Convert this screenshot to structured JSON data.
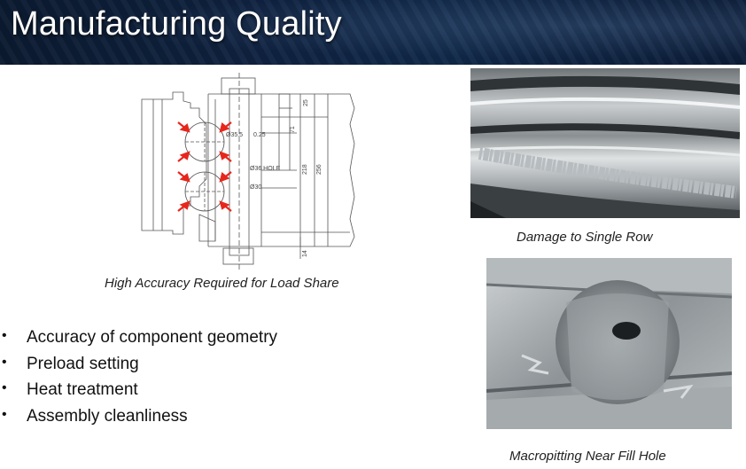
{
  "slide": {
    "title": "Manufacturing Quality"
  },
  "drawing": {
    "caption": "High Accuracy Required for Load Share",
    "dimensions": {
      "d_outer": "Ø35.5",
      "tol": "0.25",
      "hole": "Ø36 HOLE",
      "d_inner": "Ø30",
      "dim_25": "25",
      "dim_71": "71",
      "dim_218": "218",
      "dim_256": "256",
      "dim_14": "14"
    },
    "arrow_color": "#e8261c"
  },
  "photos": [
    {
      "caption": "Damage to Single Row"
    },
    {
      "caption": "Macropitting Near Fill Hole"
    }
  ],
  "bullets": [
    "Accuracy of component geometry",
    "Preload setting",
    "Heat treatment",
    "Assembly cleanliness"
  ],
  "bullet_glyph": "•",
  "colors": {
    "title_bar": "#0f2240",
    "title_text": "#ffffff"
  }
}
